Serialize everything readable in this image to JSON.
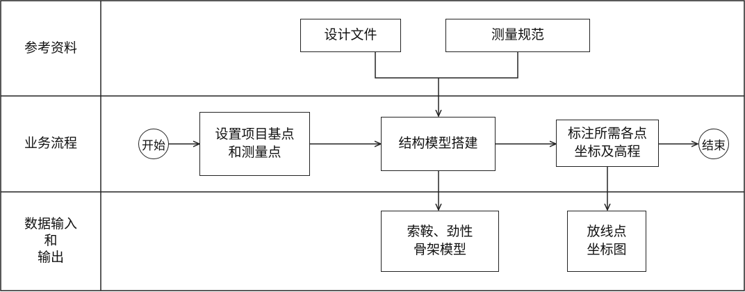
{
  "lanes": [
    {
      "id": "reference",
      "label_lines": [
        "参考资料"
      ]
    },
    {
      "id": "process",
      "label_lines": [
        "业务流程"
      ]
    },
    {
      "id": "io",
      "label_lines": [
        "数据输入",
        "和",
        "输出"
      ]
    }
  ],
  "nodes": {
    "start": "开始",
    "end": "结束",
    "design_docs": "设计文件",
    "survey_spec": "测量规范",
    "set_points": [
      "设置项目基点",
      "和测量点"
    ],
    "build_model": "结构模型搭建",
    "annotate": [
      "标注所需各点",
      "坐标及高程"
    ],
    "output_model": [
      "索鞍、劲性",
      "骨架模型"
    ],
    "output_layout": [
      "放线点",
      "坐标图"
    ]
  },
  "colors": {
    "line": "#222222",
    "background": "#ffffff"
  }
}
